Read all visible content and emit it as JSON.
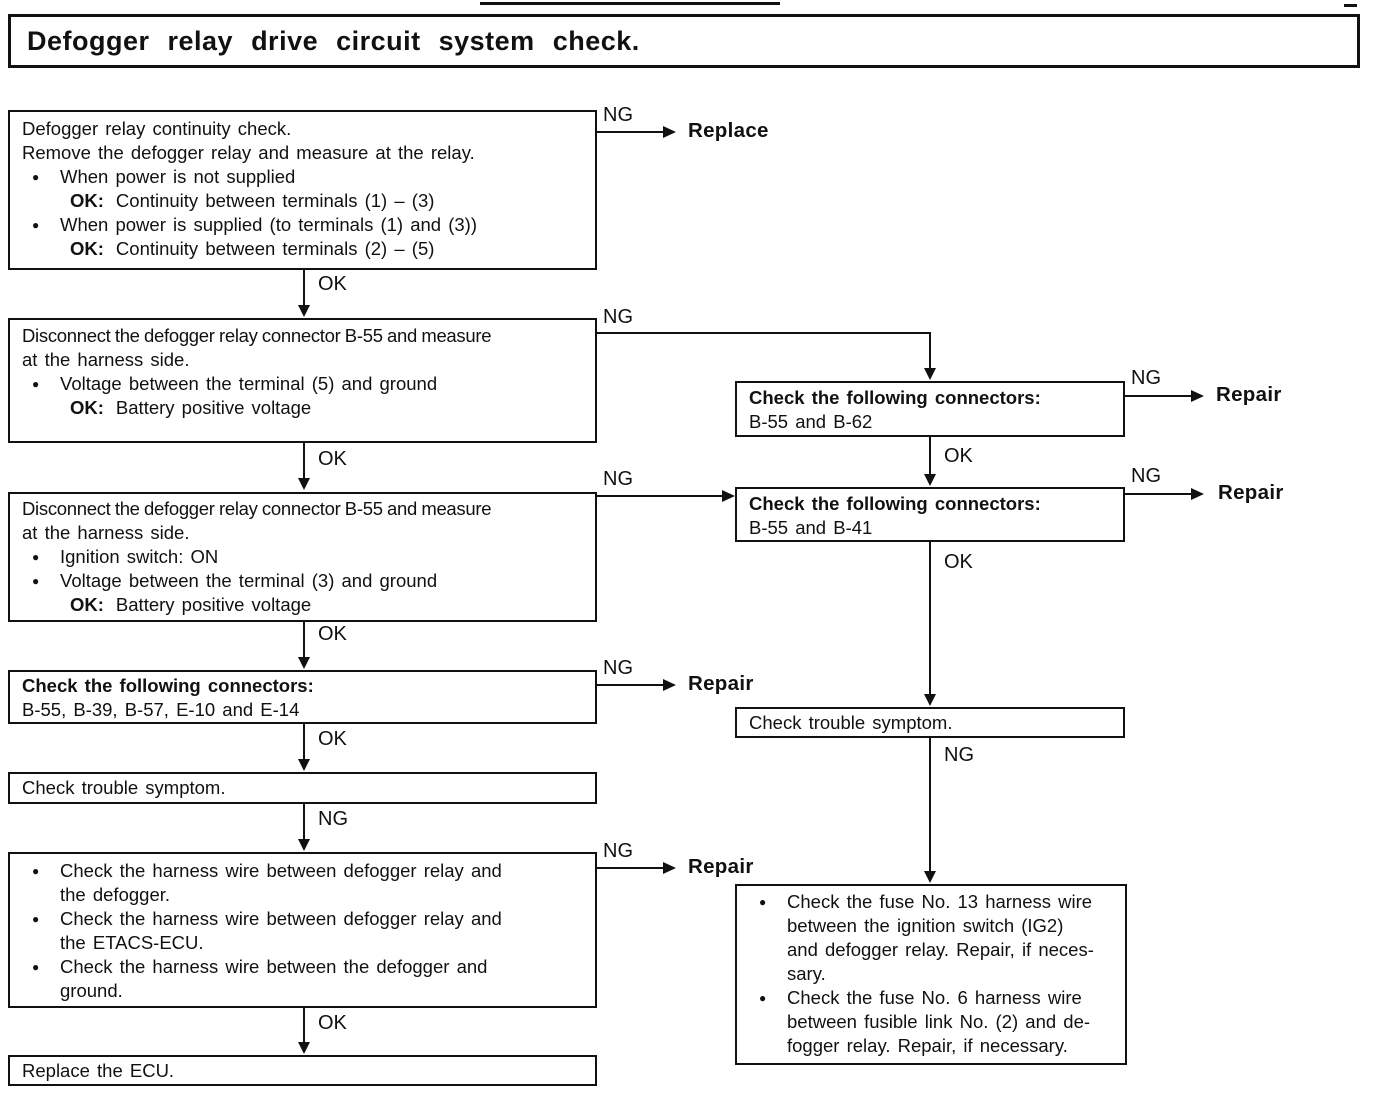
{
  "title": "Defogger relay drive circuit system check.",
  "labels": {
    "ok": "OK",
    "ng": "NG",
    "replace": "Replace",
    "repair": "Repair"
  },
  "colors": {
    "ink": "#111111",
    "paper": "#ffffff"
  },
  "flow": {
    "relay_continuity": {
      "lines": [
        {
          "text": "Defogger relay continuity check."
        },
        {
          "text": "Remove the defogger relay and measure at the relay."
        },
        {
          "bullet": true,
          "text": "When power is not supplied"
        },
        {
          "indent": true,
          "prefix": "OK:",
          "text": "Continuity between terminals (1) – (3)"
        },
        {
          "bullet": true,
          "text": "When power is supplied (to terminals (1) and (3))"
        },
        {
          "indent": true,
          "prefix": "OK:",
          "text": "Continuity between terminals (2) – (5)"
        }
      ]
    },
    "harness_voltage_5": {
      "lines": [
        {
          "tight": true,
          "text": "Disconnect the defogger relay connector B-55 and measure"
        },
        {
          "text": "at the harness side."
        },
        {
          "bullet": true,
          "text": "Voltage between the terminal (5) and ground"
        },
        {
          "indent": true,
          "prefix": "OK:",
          "text": "Battery positive voltage"
        }
      ]
    },
    "harness_voltage_3": {
      "lines": [
        {
          "tight": true,
          "text": "Disconnect the defogger relay connector B-55 and measure"
        },
        {
          "text": "at the harness side."
        },
        {
          "bullet": true,
          "text": "Ignition switch: ON"
        },
        {
          "bullet": true,
          "text": "Voltage between the terminal (3) and ground"
        },
        {
          "indent": true,
          "prefix": "OK:",
          "text": "Battery positive voltage"
        }
      ]
    },
    "connectors_main": {
      "lines": [
        {
          "bold": true,
          "text": "Check the following connectors:"
        },
        {
          "text": "B-55, B-39, B-57, E-10 and E-14"
        }
      ]
    },
    "trouble_symptom_left": {
      "lines": [
        {
          "text": "Check trouble symptom."
        }
      ]
    },
    "harness_wires": {
      "lines": [
        {
          "bullet": true,
          "text": "Check the harness wire between defogger relay and\nthe defogger."
        },
        {
          "bullet": true,
          "text": "Check the harness wire between defogger relay and\nthe ETACS-ECU."
        },
        {
          "bullet": true,
          "text": "Check the harness wire between the defogger and\nground."
        }
      ]
    },
    "replace_ecu": {
      "lines": [
        {
          "text": "Replace the ECU."
        }
      ]
    },
    "connectors_b55_b62": {
      "lines": [
        {
          "bold": true,
          "text": "Check the following connectors:"
        },
        {
          "text": "B-55 and B-62"
        }
      ]
    },
    "connectors_b55_b41": {
      "lines": [
        {
          "bold": true,
          "text": "Check the following connectors:"
        },
        {
          "text": "B-55 and B-41"
        }
      ]
    },
    "trouble_symptom_right": {
      "lines": [
        {
          "text": "Check trouble symptom."
        }
      ]
    },
    "fuse_checks": {
      "lines": [
        {
          "bullet": true,
          "text": "Check the fuse No. 13 harness wire\nbetween the ignition switch (IG2)\nand defogger relay. Repair, if neces-\nsary."
        },
        {
          "bullet": true,
          "text": "Check the fuse No. 6 harness wire\nbetween fusible link No. (2) and de-\nfogger relay. Repair, if necessary."
        }
      ]
    }
  }
}
